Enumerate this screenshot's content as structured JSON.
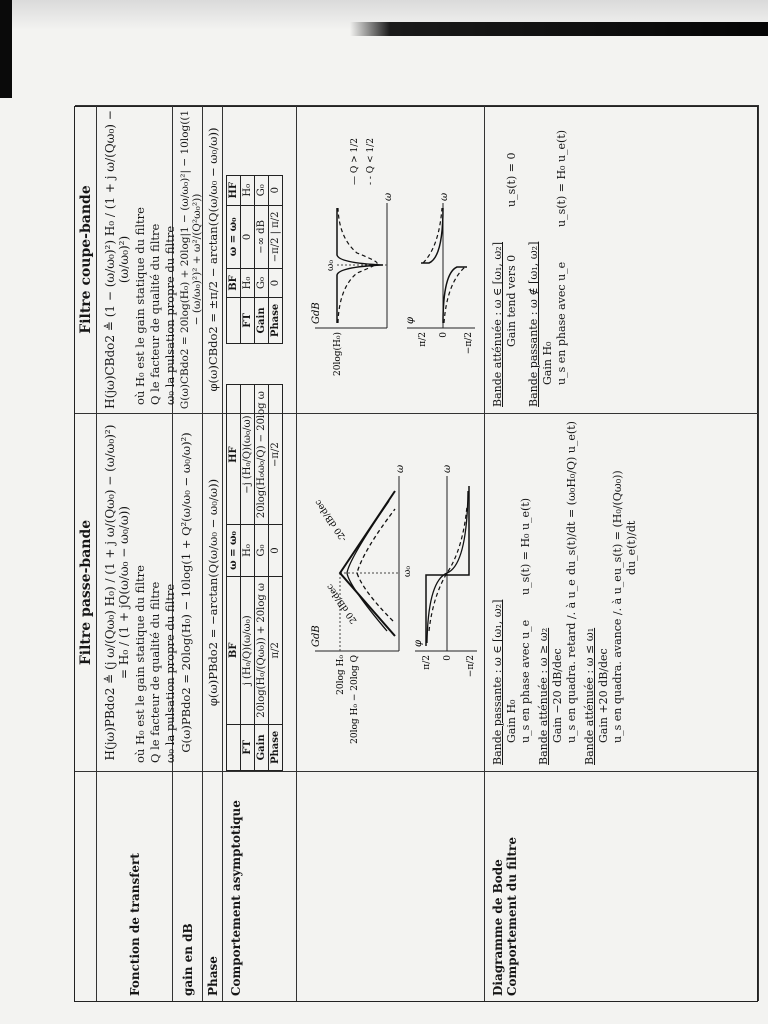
{
  "rows": {
    "transfer": "Fonction de transfert",
    "gain": "gain en dB",
    "phase": "Phase",
    "asymptotic": "Comportement asymptotique",
    "bode": "Diagramme de Bode",
    "behavior": "Comportement du filtre"
  },
  "passe": {
    "title": "Filtre passe-bande",
    "formula": "H(jω)PBdo2 ≜ (j ω/(Qω₀) H₀) / (1 + j ω/(Qω₀) − (ω/ω₀)²) = H₀ / (1 + jQ(ω/ω₀ − ω₀/ω))",
    "defs": [
      "où H₀ est le gain statique du filtre",
      "Q le facteur de qualité du filtre",
      "ω₀ la pulsation propre du filtre"
    ],
    "gain": "G(ω)PBdo2 = 20log(H₀) − 10log(1 + Q²(ω/ω₀ − ω₀/ω)²)",
    "phase": "φ(ω)PBdo2 = −arctan(Q(ω/ω₀ − ω₀/ω))",
    "table": {
      "head": [
        "",
        "BF",
        "ω = ω₀",
        "HF"
      ],
      "rows": [
        [
          "FT",
          "j (H₀/Q)(ω/ω₀)",
          "H₀",
          "−j (H₀/Q)(ω₀/ω)"
        ],
        [
          "Gain",
          "20log(H₀/(Qω₀)) + 20log ω",
          "G₀",
          "20log(H₀ω₀/Q) − 20log ω"
        ],
        [
          "Phase",
          "π/2",
          "0",
          "−π/2"
        ]
      ]
    },
    "bode": {
      "gdb": "GdB",
      "y1": "20log H₀",
      "y2": "20log H₀ − 20log Q",
      "w0": "ω₀",
      "w": "ω",
      "s1": "20 dB/dec",
      "s2": "-20 dB/dec",
      "phi": "φ",
      "pi2": "π/2",
      "zero": "0",
      "mpi2": "−π/2"
    },
    "behavior": {
      "l1": "Bande passante : ω ∈ [ω₁, ω₂]",
      "l2": "Gain H₀",
      "l3": "u_s en phase avec u_e",
      "r1": "u_s(t) = H₀ u_e(t)",
      "l4": "Bande atténuée : ω ≥ ω₂",
      "l5": "Gain −20 dB/dec",
      "l6": "u_s en quadra. retard /. à u_e",
      "r2": "du_s(t)/dt = (ω₀H₀/Q) u_e(t)",
      "l7": "Bande atténuée : ω ≤ ω₁",
      "l8": "Gain +20 dB/dec",
      "l9": "u_s en quadra. avance /. à u_e",
      "r3": "u_s(t) = (H₀/(Qω₀)) du_e(t)/dt"
    }
  },
  "coupe": {
    "title": "Filtre coupe-bande",
    "formula": "H(jω)CBdo2 ≜ (1 − (ω/ω₀)²) H₀ / (1 + j ω/(Qω₀) − (ω/ω₀)²)",
    "defs": [
      "où H₀ est le gain statique du filtre",
      "Q le facteur de qualité du filtre",
      "ω₀ la pulsation propre du filtre"
    ],
    "gain": "G(ω)CBdo2 = 20log(H₀) + 20log|1 − (ω/ω₀)²| − 10log((1 − (ω/ω₀)²)² + ω²/(Q²ω₀²))",
    "phase": "φ(ω)CBdo2 = ±π/2 − arctan(Q(ω/ω₀ − ω₀/ω))",
    "table": {
      "head": [
        "",
        "BF",
        "ω = ω₀",
        "HF"
      ],
      "rows": [
        [
          "FT",
          "H₀",
          "0",
          "H₀"
        ],
        [
          "Gain",
          "G₀",
          "−∞ dB",
          "G₀"
        ],
        [
          "Phase",
          "0",
          "−π/2 | π/2",
          "0"
        ]
      ]
    },
    "bode": {
      "gdb": "GdB",
      "y1": "20log(H₀)",
      "w0": "ω₀",
      "w": "ω",
      "phi": "φ",
      "pi2": "π/2",
      "zero": "0",
      "mpi2": "−π/2",
      "q1": "— Q > 1/2",
      "q2": "- - Q < 1/2"
    },
    "behavior": {
      "l1": "Bande atténuée : ω ∈ [ω₁, ω₂]",
      "l2": "Gain tend vers 0",
      "r1": "u_s(t) = 0",
      "l3": "Bande passante : ω ∉ [ω₁, ω₂]",
      "l4": "Gain H₀",
      "l5": "u_s en phase avec u_e",
      "r2": "u_s(t) = H₀ u_e(t)"
    }
  }
}
